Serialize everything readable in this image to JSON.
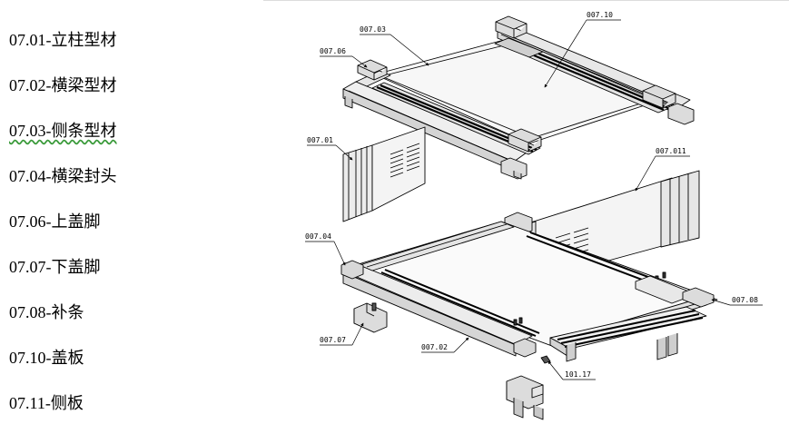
{
  "legend": {
    "items": [
      {
        "code": "07.01",
        "name": "立柱型材",
        "text": "07.01-立柱型材"
      },
      {
        "code": "07.02",
        "name": "横梁型材",
        "text": "07.02-横梁型材"
      },
      {
        "code": "07.03",
        "name": "侧条型材",
        "text": "07.03-侧条型材"
      },
      {
        "code": "07.04",
        "name": "横梁封头",
        "text": "07.04-横梁封头"
      },
      {
        "code": "07.06",
        "name": "上盖脚",
        "text": "07.06-上盖脚"
      },
      {
        "code": "07.07",
        "name": "下盖脚",
        "text": "07.07-下盖脚"
      },
      {
        "code": "07.08",
        "name": "补条",
        "text": "07.08-补条"
      },
      {
        "code": "07.10",
        "name": "盖板",
        "text": "07.10-盖板"
      },
      {
        "code": "07.11",
        "name": "侧板",
        "text": "07.11-侧板"
      }
    ]
  },
  "callouts": {
    "c_007_03": "007.03",
    "c_007_10": "007.10",
    "c_007_06": "007.06",
    "c_007_01": "007.01",
    "c_007_011": "007.011",
    "c_007_04": "007.04",
    "c_007_08": "007.08",
    "c_007_07": "007.07",
    "c_007_02": "007.02",
    "c_101_17": "101.17"
  }
}
